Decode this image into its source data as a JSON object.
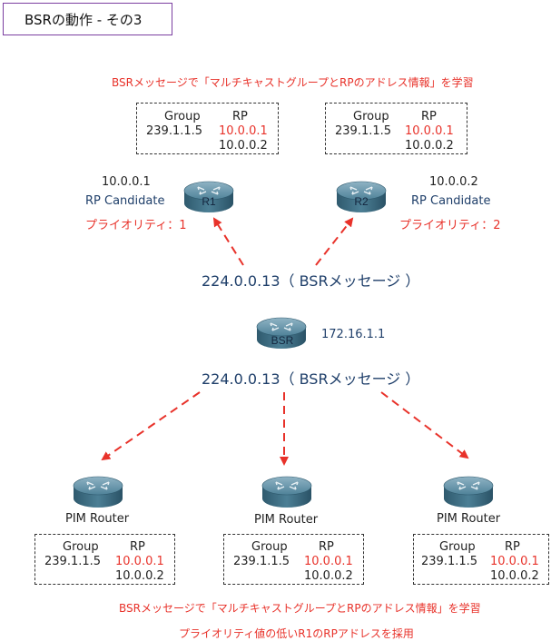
{
  "title": "BSRの動作 - その3",
  "top_note": "BSRメッセージで「マルチキャストグループとRPのアドレス情報」を学習",
  "table_headers": {
    "group": "Group",
    "rp": "RP"
  },
  "table_rows": {
    "group": "239.1.1.5",
    "rp1": "10.0.0.1",
    "rp2": "10.0.0.2"
  },
  "routers": {
    "r1": {
      "label": "R1",
      "address": "10.0.0.1",
      "role": "RP Candidate",
      "priority": "プライオリティ：1"
    },
    "r2": {
      "label": "R2",
      "address": "10.0.0.2",
      "role": "RP Candidate",
      "priority": "プライオリティ：2"
    },
    "bsr": {
      "label": "BSR",
      "address": "172.16.1.1"
    },
    "pim": {
      "label": "PIM Router"
    }
  },
  "messages": {
    "upper": "224.0.0.13（ BSRメッセージ ）",
    "lower": "224.0.0.13（ BSRメッセージ ）"
  },
  "bottom_note_1": "BSRメッセージで「マルチキャストグループとRPのアドレス情報」を学習",
  "bottom_note_2": "プライオリティ値の低いR1のRPアドレスを採用",
  "colors": {
    "accent_red": "#e8322a",
    "router_body": "#3d6f86",
    "title_border": "#7b3fa0",
    "label_blue": "#1f3f6a"
  }
}
